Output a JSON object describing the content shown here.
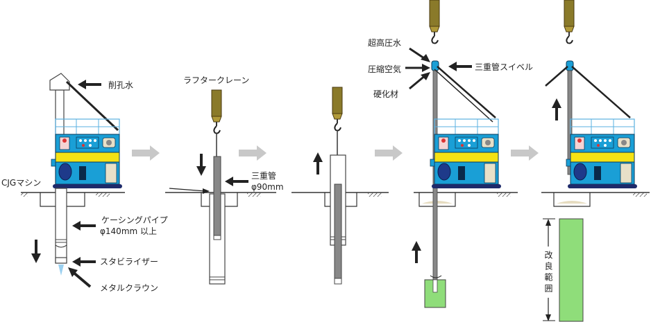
{
  "labels": {
    "cjg_machine": "CJGマシン",
    "drilling_water": "削孔水",
    "casing_pipe_1": "ケーシングパイプ",
    "casing_pipe_2": "φ140mm 以上",
    "stabilizer": "スタビライザー",
    "metal_crown": "メタルクラウン",
    "rough_terrain_crane": "ラフタークレーン",
    "triple_pipe_1": "三重管",
    "triple_pipe_2": "φ90mm",
    "ultra_high_pressure_water": "超高圧水",
    "compressed_air": "圧縮空気",
    "hardener": "硬化材",
    "triple_pipe_swivel": "三重管スイベル",
    "improvement_range": "改良範囲"
  },
  "colors": {
    "machine_blue": "#1a9fd6",
    "machine_yellow": "#f5e214",
    "crane_hook_olive": "#8a7a2a",
    "improved_soil_green": "#8fdd7a",
    "process_arrow_gray": "#c8c8c8"
  }
}
